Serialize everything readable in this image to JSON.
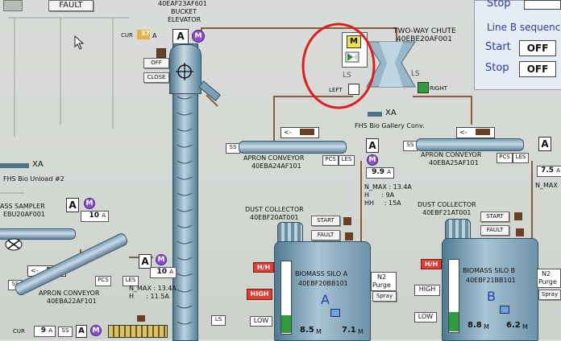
{
  "elevator": {
    "code": "40EAF23AF601",
    "name1": "BUCKET",
    "name2": "ELEVATOR",
    "cur_label": "CUR",
    "cur_value": "37",
    "cur_unit": "A",
    "a": "A",
    "m": "M",
    "off": "OFF",
    "close": "CLOSE",
    "ls": "LS"
  },
  "top_left": {
    "fault": "FAULT"
  },
  "chute": {
    "title": "TWO-WAY CHUTE",
    "code": "40EBE20AF001",
    "m": "M",
    "ls_left": "LS",
    "ls_right": "LS",
    "left": "LEFT",
    "right": "RIGHT"
  },
  "gallery": {
    "label": "FHS Bio Gallery Conv.",
    "xa": "XA"
  },
  "bio_unload": {
    "label": "FHS Bio Unload #2",
    "xa": "XA"
  },
  "conv_a": {
    "ss": "SS",
    "arrow": "<-",
    "name": "APRON CONVEYOR",
    "code": "40EBA24AF101",
    "pcs": "PCS",
    "les": "LES",
    "a": "A",
    "m": "M",
    "value": "9.9",
    "unit": "A",
    "nmax": "N_MAX : 13.4A",
    "h": "H      : 9A",
    "hh": "HH     : 15A"
  },
  "conv_b": {
    "ss": "SS",
    "arrow": "<-",
    "name": "APRON CONVEYOR",
    "code": "40EBA25AF101",
    "pcs": "PCS",
    "les": "LES",
    "a": "A",
    "value": "7.5",
    "unit": "A",
    "nmax": "N_MAX"
  },
  "sampler": {
    "name": "ASS SAMPLER",
    "code": "EBU20AF001",
    "a": "A",
    "m": "M",
    "value": "10",
    "unit": "A"
  },
  "conv_left": {
    "ss": "SS",
    "arrow": "<-",
    "pcs": "PCS",
    "les": "LES",
    "name": "APRON CONVEYOR",
    "code": "40EBA22AF101",
    "a": "A",
    "m": "M",
    "value": "10",
    "unit": "A",
    "nmax": "N_MAX : 13.4A",
    "h": "H      : 11.5A"
  },
  "bottom_left": {
    "cur": "CUR",
    "value": "9",
    "unit": "A",
    "ss": "SS",
    "a": "A",
    "m": "M",
    "ls": "LS"
  },
  "dust_a": {
    "name": "DUST COLLECTOR",
    "code": "40EBF20AT001",
    "start": "START",
    "fault": "FAULT"
  },
  "dust_b": {
    "name": "DUST COLLECTOR",
    "code": "40EBF21AT001",
    "start": "START",
    "fault": "FAULT"
  },
  "silo_a": {
    "name": "BIOMASS SILO A",
    "code": "40EBF20BB101",
    "letter": "A",
    "hh": "H/H",
    "high": "HIGH",
    "low": "LOW",
    "level1": "8.5",
    "unit": "M",
    "level2": "7.1",
    "n2a": "N2",
    "n2b": "Purge",
    "spray": "Spray"
  },
  "silo_b": {
    "name": "BIOMASS SILO B",
    "code": "40EBF21BB101",
    "letter": "B",
    "hh": "H/H",
    "high": "HIGH",
    "low": "LOW",
    "level1": "8.8",
    "unit": "M",
    "level2": "6.2",
    "n2a": "N2",
    "n2b": "Purge",
    "spray": "Spray"
  },
  "line_b": {
    "title": "Line B sequence",
    "start": "Start",
    "stop": "Stop",
    "off": "OFF",
    "top_stop": "Stop"
  }
}
